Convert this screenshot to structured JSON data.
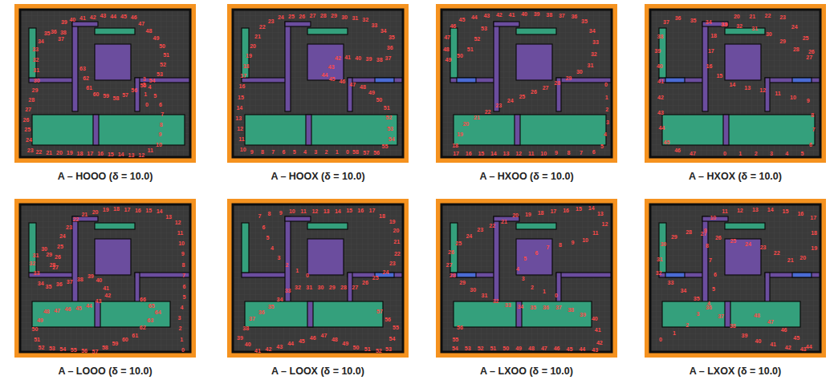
{
  "diagram": {
    "labels": [
      "0",
      "1",
      "2",
      "3",
      "4",
      "5",
      "6",
      "7",
      "8",
      "9",
      "10",
      "11",
      "12",
      "13",
      "14",
      "15",
      "16",
      "17",
      "18",
      "19",
      "20",
      "21",
      "22",
      "23",
      "24",
      "25",
      "26",
      "27",
      "28",
      "29",
      "30",
      "31",
      "32",
      "33",
      "34",
      "35",
      "36",
      "37",
      "38",
      "39",
      "40",
      "41",
      "42",
      "43",
      "44",
      "45",
      "46",
      "47",
      "48",
      "49",
      "50",
      "51",
      "52",
      "53",
      "54",
      "55",
      "56",
      "57",
      "58",
      "59",
      "60",
      "61",
      "62",
      "63",
      "A – HOOO (δ = 10.0)",
      "0",
      "1",
      "2",
      "3",
      "4",
      "5",
      "6",
      "7",
      "8",
      "9",
      "10",
      "11",
      "12",
      "13",
      "14",
      "15",
      "16",
      "17",
      "18",
      "19",
      "20",
      "21",
      "22",
      "23",
      "24",
      "25",
      "26",
      "27",
      "28",
      "29",
      "30",
      "31",
      "32",
      "33",
      "34",
      "35",
      "36",
      "37",
      "38",
      "39",
      "40",
      "41",
      "42",
      "43",
      "44",
      "45",
      "46",
      "47",
      "48",
      "49",
      "50",
      "51",
      "52",
      "53",
      "54",
      "55",
      "56",
      "57",
      "58",
      "A – HOOX (δ = 10.0)",
      "0",
      "1",
      "2",
      "3",
      "4",
      "5",
      "6",
      "7",
      "8",
      "9",
      "10",
      "11",
      "12",
      "13",
      "14",
      "15",
      "16",
      "17",
      "18",
      "19",
      "20",
      "21",
      "22",
      "23",
      "24",
      "25",
      "26",
      "27",
      "28",
      "29",
      "30",
      "31",
      "32",
      "33",
      "34",
      "35",
      "36",
      "37",
      "38",
      "39",
      "40",
      "41",
      "42",
      "43",
      "44",
      "45",
      "46",
      "47",
      "48",
      "49",
      "50",
      "51",
      "52",
      "53",
      "A – HXOO (δ = 10.0)",
      "0",
      "1",
      "2",
      "3",
      "4",
      "5",
      "6",
      "7",
      "8",
      "9",
      "10",
      "11",
      "12",
      "13",
      "14",
      "15",
      "16",
      "17",
      "18",
      "19",
      "20",
      "21",
      "22",
      "23",
      "24",
      "25",
      "26",
      "27",
      "28",
      "29",
      "30",
      "31",
      "32",
      "33",
      "34",
      "35",
      "36",
      "37",
      "38",
      "39",
      "40",
      "41",
      "42",
      "43",
      "44",
      "45",
      "46",
      "47",
      "A – HXOX (δ = 10.0)",
      "0",
      "1",
      "2",
      "3",
      "4",
      "5",
      "6",
      "7",
      "8",
      "9",
      "10",
      "11",
      "12",
      "13",
      "14",
      "15",
      "16",
      "17",
      "18",
      "19",
      "20",
      "21",
      "22",
      "23",
      "24",
      "25",
      "26",
      "27",
      "28",
      "29",
      "30",
      "31",
      "32",
      "33",
      "34",
      "35",
      "36",
      "37",
      "38",
      "39",
      "40",
      "41",
      "42",
      "43",
      "44",
      "45",
      "46",
      "47",
      "48",
      "49",
      "50",
      "51",
      "52",
      "53",
      "54",
      "55",
      "56",
      "57",
      "58",
      "59",
      "60",
      "61",
      "62",
      "63",
      "64",
      "65",
      "66",
      "A – LOOO (δ = 10.0)",
      "0",
      "1",
      "2",
      "3",
      "4",
      "5",
      "6",
      "7",
      "8",
      "9",
      "10",
      "11",
      "12",
      "13",
      "14",
      "15",
      "16",
      "17",
      "18",
      "19",
      "20",
      "21",
      "22",
      "23",
      "24",
      "25",
      "26",
      "27",
      "28",
      "29",
      "30",
      "31",
      "32",
      "33",
      "34",
      "35",
      "36",
      "37",
      "38",
      "39",
      "40",
      "41",
      "42",
      "43",
      "44",
      "45",
      "46",
      "47",
      "48",
      "49",
      "50",
      "51",
      "52",
      "53",
      "54",
      "55",
      "56",
      "57",
      "A – LOOX (δ = 10.0)",
      "0",
      "1",
      "2",
      "3",
      "4",
      "5",
      "6",
      "7",
      "8",
      "9",
      "10",
      "11",
      "12",
      "13",
      "14",
      "15",
      "16",
      "17",
      "18",
      "19",
      "20",
      "21",
      "22",
      "23",
      "24",
      "25",
      "26",
      "27",
      "28",
      "29",
      "30",
      "31",
      "32",
      "33",
      "34",
      "35",
      "36",
      "37",
      "38",
      "39",
      "40",
      "41",
      "42",
      "43",
      "44",
      "45",
      "46",
      "47",
      "48",
      "49",
      "50",
      "51",
      "52",
      "53",
      "54",
      "55",
      "56",
      "A – LXOO (δ = 10.0)",
      "0",
      "1",
      "2",
      "3",
      "4",
      "5",
      "6",
      "7",
      "8",
      "9",
      "10",
      "11",
      "12",
      "13",
      "14",
      "15",
      "16",
      "17",
      "18",
      "19",
      "20",
      "21",
      "22",
      "23",
      "24",
      "25",
      "26",
      "27",
      "28",
      "29",
      "30",
      "31",
      "32",
      "33",
      "34",
      "35",
      "36",
      "37",
      "38",
      "39",
      "40",
      "41",
      "42",
      "43",
      "44",
      "45",
      "46",
      "47",
      "48",
      "A – LXOX (δ = 10.0)"
    ]
  }
}
